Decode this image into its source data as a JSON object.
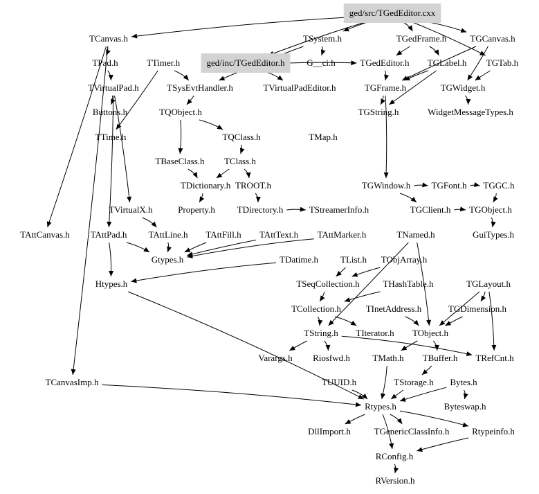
{
  "graph": {
    "title": "ged/src/TGedEditor.cxx include dependency graph",
    "highlight_color": "#d3d3d3",
    "nodes": [
      {
        "id": "n0",
        "label": "ged/src/TGedEditor.cxx",
        "highlighted": true
      },
      {
        "id": "n1",
        "label": "TCanvas.h"
      },
      {
        "id": "n2",
        "label": "TSystem.h"
      },
      {
        "id": "n3",
        "label": "TGedFrame.h"
      },
      {
        "id": "n4",
        "label": "TGCanvas.h"
      },
      {
        "id": "n5",
        "label": "TPad.h"
      },
      {
        "id": "n6",
        "label": "TTimer.h"
      },
      {
        "id": "n7",
        "label": "ged/inc/TGedEditor.h",
        "highlighted": true
      },
      {
        "id": "n8",
        "label": "G__ci.h"
      },
      {
        "id": "n9",
        "label": "TGedEditor.h"
      },
      {
        "id": "n10",
        "label": "TGLabel.h"
      },
      {
        "id": "n11",
        "label": "TGTab.h"
      },
      {
        "id": "n12",
        "label": "TVirtualPad.h"
      },
      {
        "id": "n13",
        "label": "TSysEvtHandler.h"
      },
      {
        "id": "n14",
        "label": "TVirtualPadEditor.h"
      },
      {
        "id": "n15",
        "label": "TGFrame.h"
      },
      {
        "id": "n16",
        "label": "TGWidget.h"
      },
      {
        "id": "n17",
        "label": "Buttons.h"
      },
      {
        "id": "n18",
        "label": "TQObject.h"
      },
      {
        "id": "n19",
        "label": "TGString.h"
      },
      {
        "id": "n20",
        "label": "WidgetMessageTypes.h"
      },
      {
        "id": "n21",
        "label": "TTime.h"
      },
      {
        "id": "n22",
        "label": "TQClass.h"
      },
      {
        "id": "n23",
        "label": "TMap.h"
      },
      {
        "id": "n24",
        "label": "TBaseClass.h"
      },
      {
        "id": "n25",
        "label": "TClass.h"
      },
      {
        "id": "n26",
        "label": "TDictionary.h"
      },
      {
        "id": "n27",
        "label": "TROOT.h"
      },
      {
        "id": "n28",
        "label": "TGWindow.h"
      },
      {
        "id": "n29",
        "label": "TGFont.h"
      },
      {
        "id": "n30",
        "label": "TGGC.h"
      },
      {
        "id": "n31",
        "label": "TVirtualX.h"
      },
      {
        "id": "n32",
        "label": "Property.h"
      },
      {
        "id": "n33",
        "label": "TDirectory.h"
      },
      {
        "id": "n34",
        "label": "TStreamerInfo.h"
      },
      {
        "id": "n35",
        "label": "TGClient.h"
      },
      {
        "id": "n36",
        "label": "TGObject.h"
      },
      {
        "id": "n37",
        "label": "TAttCanvas.h"
      },
      {
        "id": "n38",
        "label": "TAttPad.h"
      },
      {
        "id": "n39",
        "label": "TAttLine.h"
      },
      {
        "id": "n40",
        "label": "TAttFill.h"
      },
      {
        "id": "n41",
        "label": "TAttText.h"
      },
      {
        "id": "n42",
        "label": "TAttMarker.h"
      },
      {
        "id": "n43",
        "label": "TNamed.h"
      },
      {
        "id": "n44",
        "label": "GuiTypes.h"
      },
      {
        "id": "n45",
        "label": "Gtypes.h"
      },
      {
        "id": "n46",
        "label": "TDatime.h"
      },
      {
        "id": "n47",
        "label": "TList.h"
      },
      {
        "id": "n48",
        "label": "TObjArray.h"
      },
      {
        "id": "n49",
        "label": "Htypes.h"
      },
      {
        "id": "n50",
        "label": "TSeqCollection.h"
      },
      {
        "id": "n51",
        "label": "THashTable.h"
      },
      {
        "id": "n52",
        "label": "TGLayout.h"
      },
      {
        "id": "n53",
        "label": "TCollection.h"
      },
      {
        "id": "n54",
        "label": "TInetAddress.h"
      },
      {
        "id": "n55",
        "label": "TGDimension.h"
      },
      {
        "id": "n56",
        "label": "TString.h"
      },
      {
        "id": "n57",
        "label": "TIterator.h"
      },
      {
        "id": "n58",
        "label": "TObject.h"
      },
      {
        "id": "n59",
        "label": "Varargs.h"
      },
      {
        "id": "n60",
        "label": "Riosfwd.h"
      },
      {
        "id": "n61",
        "label": "TMath.h"
      },
      {
        "id": "n62",
        "label": "TBuffer.h"
      },
      {
        "id": "n63",
        "label": "TRefCnt.h"
      },
      {
        "id": "n64",
        "label": "TCanvasImp.h"
      },
      {
        "id": "n65",
        "label": "TUUID.h"
      },
      {
        "id": "n66",
        "label": "TStorage.h"
      },
      {
        "id": "n67",
        "label": "Bytes.h"
      },
      {
        "id": "n68",
        "label": "Rtypes.h"
      },
      {
        "id": "n69",
        "label": "Byteswap.h"
      },
      {
        "id": "n70",
        "label": "DllImport.h"
      },
      {
        "id": "n71",
        "label": "TGenericClassInfo.h"
      },
      {
        "id": "n72",
        "label": "Rtypeinfo.h"
      },
      {
        "id": "n73",
        "label": "RConfig.h"
      },
      {
        "id": "n74",
        "label": "RVersion.h"
      }
    ],
    "edges": [
      [
        "n0",
        "n1"
      ],
      [
        "n0",
        "n2"
      ],
      [
        "n0",
        "n3"
      ],
      [
        "n0",
        "n4"
      ],
      [
        "n0",
        "n7"
      ],
      [
        "n0",
        "n11"
      ],
      [
        "n1",
        "n5"
      ],
      [
        "n5",
        "n12"
      ],
      [
        "n12",
        "n17"
      ],
      [
        "n12",
        "n38"
      ],
      [
        "n1",
        "n37"
      ],
      [
        "n1",
        "n64"
      ],
      [
        "n2",
        "n8"
      ],
      [
        "n2",
        "n13"
      ],
      [
        "n6",
        "n13"
      ],
      [
        "n6",
        "n21"
      ],
      [
        "n13",
        "n18"
      ],
      [
        "n7",
        "n14"
      ],
      [
        "n7",
        "n9"
      ],
      [
        "n3",
        "n9"
      ],
      [
        "n3",
        "n10"
      ],
      [
        "n4",
        "n15"
      ],
      [
        "n4",
        "n16"
      ],
      [
        "n9",
        "n15"
      ],
      [
        "n10",
        "n15"
      ],
      [
        "n11",
        "n16"
      ],
      [
        "n15",
        "n19"
      ],
      [
        "n16",
        "n20"
      ],
      [
        "n10",
        "n19"
      ],
      [
        "n18",
        "n22"
      ],
      [
        "n18",
        "n24"
      ],
      [
        "n22",
        "n25"
      ],
      [
        "n24",
        "n26"
      ],
      [
        "n25",
        "n26"
      ],
      [
        "n25",
        "n27"
      ],
      [
        "n15",
        "n28"
      ],
      [
        "n28",
        "n29"
      ],
      [
        "n29",
        "n30"
      ],
      [
        "n30",
        "n36"
      ],
      [
        "n28",
        "n35"
      ],
      [
        "n26",
        "n32"
      ],
      [
        "n27",
        "n33"
      ],
      [
        "n33",
        "n34"
      ],
      [
        "n35",
        "n36"
      ],
      [
        "n36",
        "n44"
      ],
      [
        "n12",
        "n31"
      ],
      [
        "n31",
        "n39"
      ],
      [
        "n38",
        "n45"
      ],
      [
        "n38",
        "n49"
      ],
      [
        "n39",
        "n45"
      ],
      [
        "n40",
        "n45"
      ],
      [
        "n41",
        "n45"
      ],
      [
        "n42",
        "n45"
      ],
      [
        "n46",
        "n49"
      ],
      [
        "n43",
        "n58"
      ],
      [
        "n43",
        "n56"
      ],
      [
        "n47",
        "n50"
      ],
      [
        "n48",
        "n50"
      ],
      [
        "n50",
        "n53"
      ],
      [
        "n51",
        "n53"
      ],
      [
        "n53",
        "n56"
      ],
      [
        "n53",
        "n57"
      ],
      [
        "n54",
        "n58"
      ],
      [
        "n52",
        "n55"
      ],
      [
        "n52",
        "n58"
      ],
      [
        "n55",
        "n58"
      ],
      [
        "n52",
        "n63"
      ],
      [
        "n56",
        "n59"
      ],
      [
        "n56",
        "n60"
      ],
      [
        "n56",
        "n63"
      ],
      [
        "n58",
        "n61"
      ],
      [
        "n58",
        "n62"
      ],
      [
        "n62",
        "n66"
      ],
      [
        "n61",
        "n68"
      ],
      [
        "n66",
        "n68"
      ],
      [
        "n67",
        "n68"
      ],
      [
        "n67",
        "n69"
      ],
      [
        "n65",
        "n68"
      ],
      [
        "n64",
        "n68"
      ],
      [
        "n49",
        "n68"
      ],
      [
        "n68",
        "n70"
      ],
      [
        "n68",
        "n71"
      ],
      [
        "n68",
        "n72"
      ],
      [
        "n72",
        "n73"
      ],
      [
        "n68",
        "n73"
      ],
      [
        "n73",
        "n74"
      ]
    ]
  }
}
